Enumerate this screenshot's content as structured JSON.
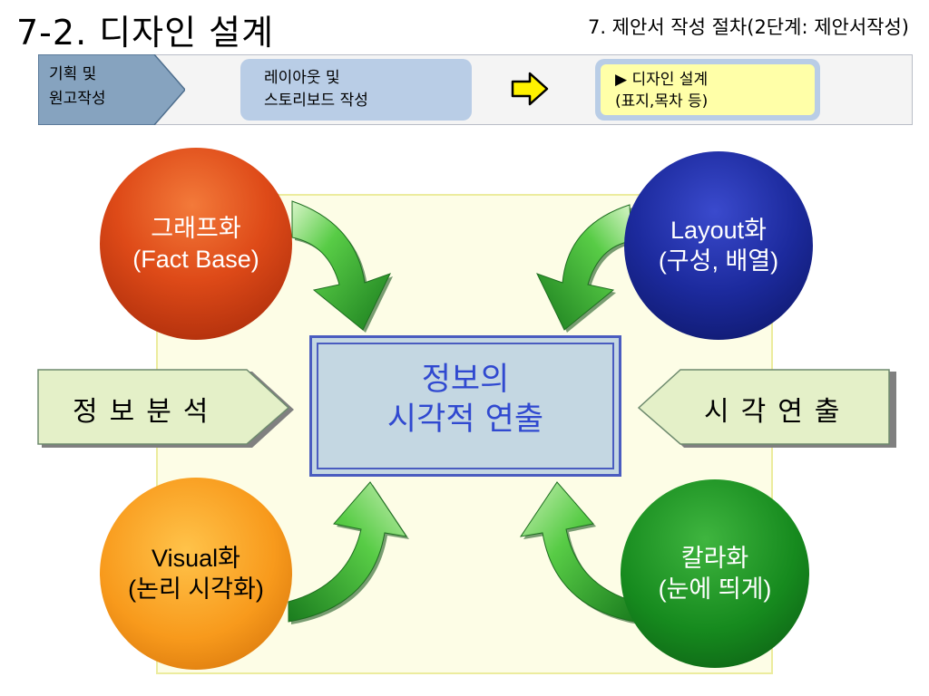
{
  "header": {
    "title": "7-2. 디자인 설계",
    "subtitle": "7. 제안서 작성 절차(2단계: 제안서작성)"
  },
  "process": {
    "steps": [
      {
        "label": "기획 및\n원고작성"
      },
      {
        "label": "레이아웃  및\n스토리보드 작성"
      },
      {
        "label": "▶ 디자인 설계\n  (표지,목차 등)",
        "active": true
      }
    ],
    "arrow_icon": "right-arrow-icon"
  },
  "center": {
    "label": "정보의\n시각적 연출"
  },
  "side_labels": {
    "left": "정보분석",
    "right": "시각연출"
  },
  "circles": [
    {
      "label": "그래프화\n(Fact Base)"
    },
    {
      "label": "Layout화\n(구성, 배열)"
    },
    {
      "label": "Visual화\n(논리 시각화)"
    },
    {
      "label": "칼라화\n(눈에 띄게)"
    }
  ],
  "colors": {
    "accent_blue": "#3049d0",
    "step_bg": "#b9cde6",
    "active_step_bg": "#ffffa8",
    "arrow_green": "#2aa12e",
    "circle_red": "#de4a18",
    "circle_navy": "#1c2a9d",
    "circle_orange": "#f89a1c",
    "circle_green": "#168a1e"
  }
}
